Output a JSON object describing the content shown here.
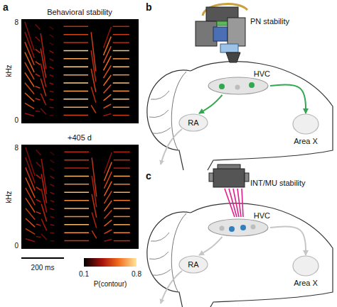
{
  "diagram": {
    "nodes": [
      {
        "text": [
          "HVC"
        ]
      },
      {
        "text": [
          "RA"
        ]
      },
      {
        "text": [
          "Area X"
        ]
      },
      {
        "text": [
          "HVC"
        ]
      },
      {
        "text": [
          "RA"
        ]
      },
      {
        "text": [
          "Area X"
        ]
      }
    ],
    "edges": [
      {
        "from": 0,
        "to": 1,
        "arrow": "to"
      },
      {
        "from": 0,
        "to": 2,
        "arrow": "to"
      },
      {
        "from": 3,
        "to": 4,
        "arrow": "to"
      },
      {
        "from": 3,
        "to": 5,
        "arrow": "to"
      }
    ],
    "labels": [
      "a",
      "Behavioral stability",
      "kHz",
      "8",
      "0",
      "+405 d",
      "kHz",
      "8",
      "0",
      "200 ms",
      "0.1",
      "0.8",
      "P(contour)",
      "b",
      "PN stability",
      "c",
      "INT/MU stability"
    ]
  }
}
